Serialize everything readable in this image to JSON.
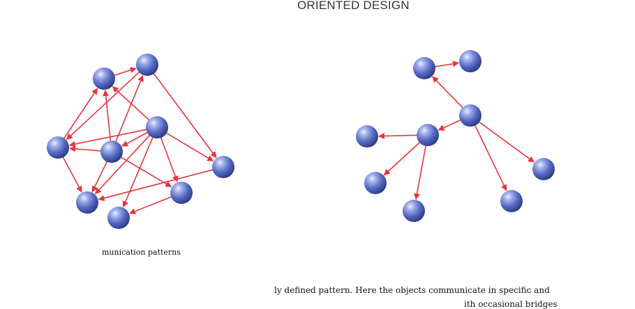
{
  "header": {
    "title": "ORIENTED DESIGN"
  },
  "caption": "munication patterns",
  "body_text": {
    "line1": "ly defined pattern. Here the objects communicate in specific and",
    "line2": "ith occasional bridges"
  },
  "colors": {
    "node": "#4d63bf",
    "arrow": "#e8343a"
  }
}
